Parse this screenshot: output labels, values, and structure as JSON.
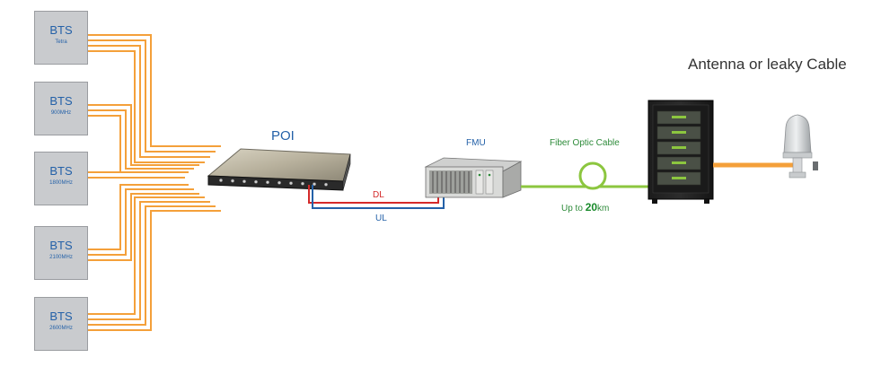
{
  "bts_units": [
    {
      "title": "BTS",
      "band": "Tetra"
    },
    {
      "title": "BTS",
      "band": "900MHz"
    },
    {
      "title": "BTS",
      "band": "1800MHz"
    },
    {
      "title": "BTS",
      "band": "2100MHz"
    },
    {
      "title": "BTS",
      "band": "2600MHz"
    }
  ],
  "poi": {
    "label": "POI"
  },
  "links": {
    "dl": "DL",
    "ul": "UL"
  },
  "fmu": {
    "label": "FMU"
  },
  "fiber": {
    "label": "Fiber Optic Cable",
    "range_prefix": "Up to ",
    "range_value": "20",
    "range_unit": "km"
  },
  "antenna": {
    "label": "Antenna or leaky Cable"
  },
  "colors": {
    "coax": "#f4a03a",
    "fiber": "#8cc63f",
    "dl": "#d42a2a",
    "ul": "#2461a8",
    "label_blue": "#2461a8",
    "label_green": "#2e8b3a"
  }
}
